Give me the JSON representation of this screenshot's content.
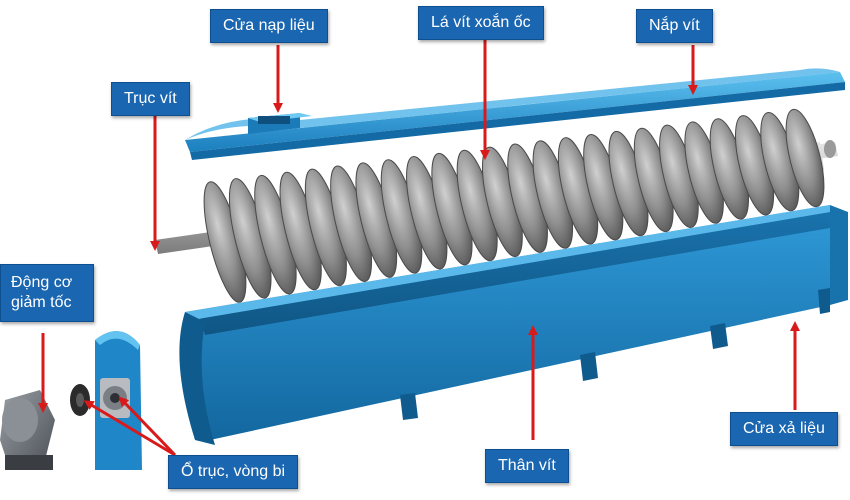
{
  "labels": {
    "feed_inlet": "Cửa nạp liệu",
    "flight": "Lá vít xoắn ốc",
    "cover": "Nắp vít",
    "shaft": "Trục vít",
    "motor_line1": "Động cơ",
    "motor_line2": "giảm tốc",
    "bearing": "Ổ trục, vòng bi",
    "trough": "Thân vít",
    "discharge": "Cửa xả liệu"
  },
  "colors": {
    "label_bg": "#1a66b0",
    "label_text": "#ffffff",
    "arrow": "#d91a1a",
    "trough": "#1f86c7",
    "cover": "#2a9ad6",
    "flight": "#8a8a8a"
  }
}
